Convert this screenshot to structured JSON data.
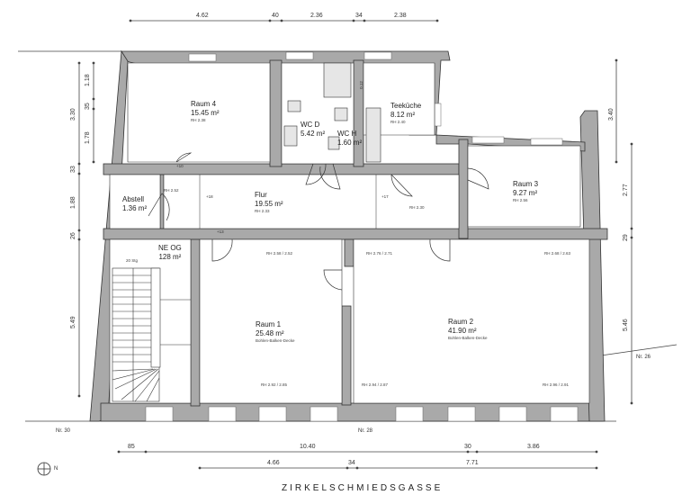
{
  "plan": {
    "street": "ZIRKELSCHMIEDSGASSE",
    "neighbors": {
      "left": "Nr. 30",
      "center": "Nr. 28",
      "right": "Nr. 26"
    },
    "compass_label": "N"
  },
  "rooms": [
    {
      "id": "raum4",
      "name": "Raum 4",
      "area": "15.45 m²",
      "rh": "RH 2.38"
    },
    {
      "id": "wcd",
      "name": "WC D",
      "area": "5.42 m²"
    },
    {
      "id": "wch",
      "name": "WC H",
      "area": "1.60 m²"
    },
    {
      "id": "teekueche",
      "name": "Teeküche",
      "area": "8.12 m²",
      "rh": "RH 2.40"
    },
    {
      "id": "raum3",
      "name": "Raum 3",
      "area": "9.27 m²",
      "rh": "RH 2.56"
    },
    {
      "id": "abstell",
      "name": "Abstell",
      "area": "1.36 m²"
    },
    {
      "id": "flur",
      "name": "Flur",
      "area": "19.55 m²",
      "rh": "RH 2.33"
    },
    {
      "id": "neog",
      "name": "NE OG",
      "area": "128 m²"
    },
    {
      "id": "raum1",
      "name": "Raum 1",
      "area": "25.48 m²",
      "ceiling": "Bohlen-Balken-Decke",
      "rh_top": "RH 2.58 / 2.52",
      "rh_bottom": "RH 2.92 / 2.85"
    },
    {
      "id": "raum2",
      "name": "Raum 2",
      "area": "41.90 m²",
      "ceiling": "Bohlen-Balken-Decke",
      "rh_top_left": "RH 2.76 / 2.71",
      "rh_top_right": "RH 2.68 / 2.63",
      "rh_bottom_left": "RH 2.94 / 2.87",
      "rh_bottom_right": "RH 2.96 / 2.91"
    }
  ],
  "extra_labels": {
    "rh_flur_left": "RH 2.52",
    "rh_flur_right": "RH 2.30",
    "stair_steps": "20 Stg",
    "level_raum4": "+10",
    "level_flur_left": "+18",
    "level_flur_mid": "+13",
    "level_flur_right": "+17",
    "shower_label": "0.12"
  },
  "dimensions": {
    "top": [
      "4.62",
      "40",
      "2.36",
      "34",
      "2.38"
    ],
    "left_outer": [
      "3.30",
      "33",
      "1.88",
      "26",
      "5.49"
    ],
    "left_inner": [
      "1.18",
      "35",
      "1.78"
    ],
    "right_outer": [
      "3.40"
    ],
    "right_inner": [
      "2.77",
      "29",
      "5.46"
    ],
    "bottom_row1": [
      "85",
      "10.40",
      "30",
      "3.86"
    ],
    "bottom_row2": [
      "4.66",
      "34",
      "7.71"
    ]
  }
}
